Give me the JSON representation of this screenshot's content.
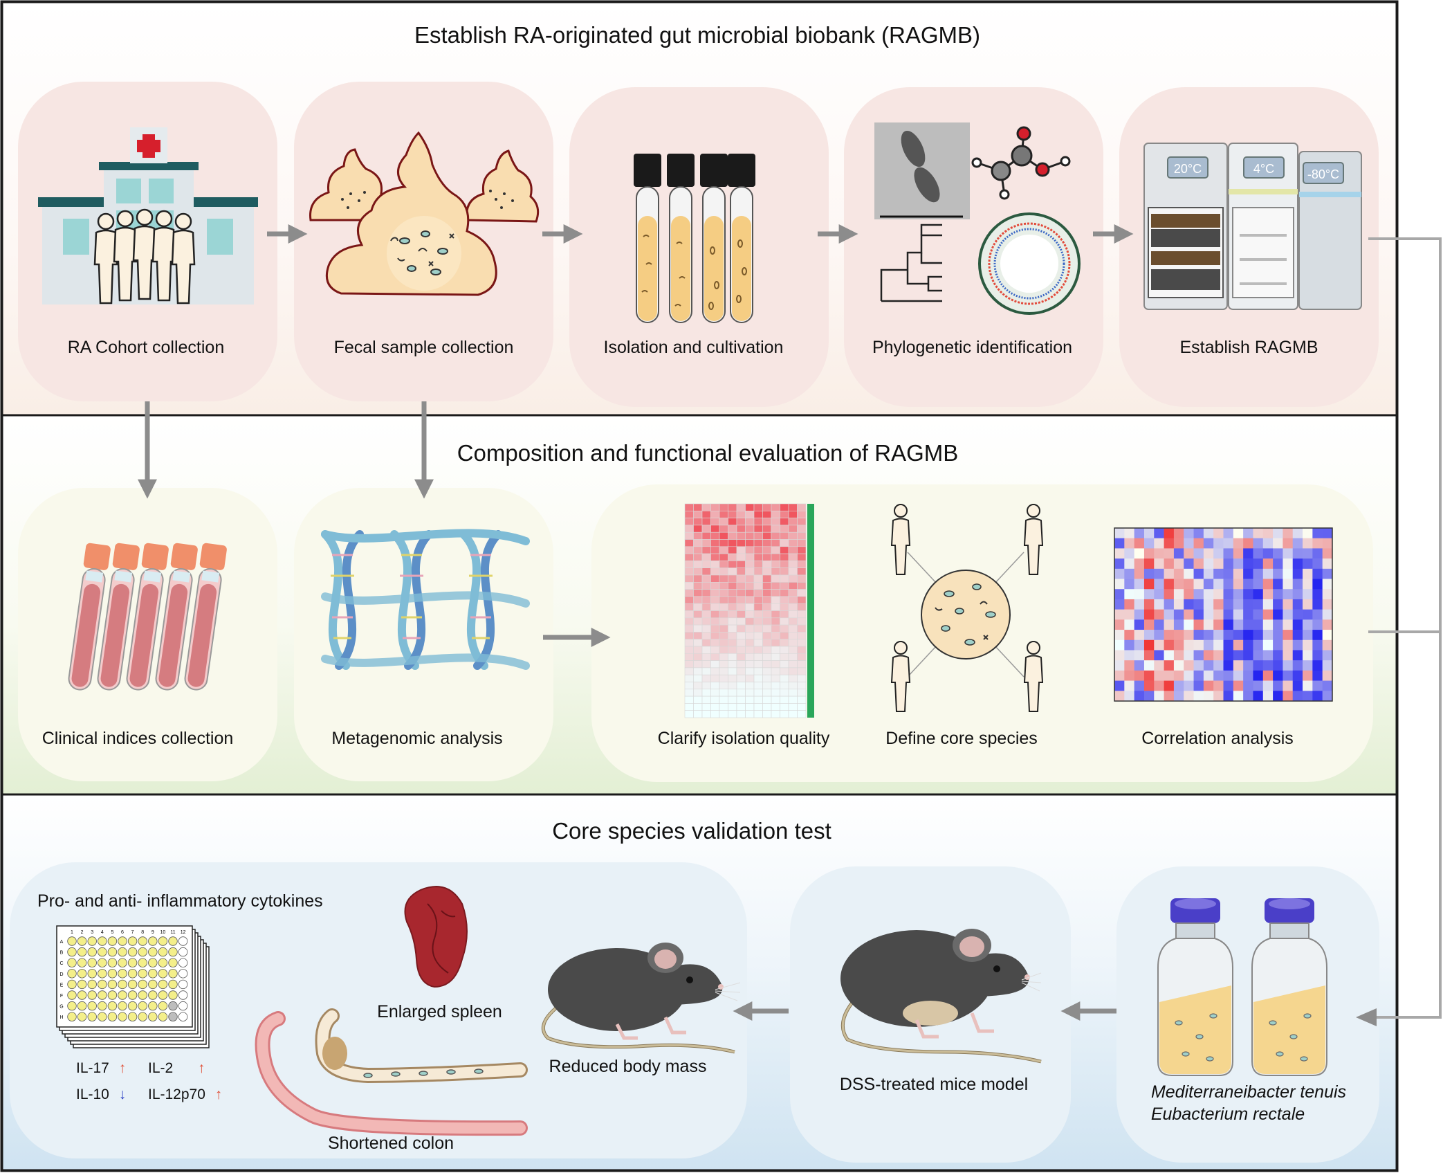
{
  "sections": {
    "s1_title": "Establish RA-originated gut microbial biobank (RAGMB)",
    "s2_title": "Composition and functional evaluation of RAGMB",
    "s3_title": "Core species validation test"
  },
  "steps1": {
    "cohort": "RA Cohort collection",
    "fecal": "Fecal sample collection",
    "isolation": "Isolation and cultivation",
    "phylo": "Phylogenetic identification",
    "establish": "Establish RAGMB"
  },
  "freezer": {
    "t1": "20°C",
    "t2": "4°C",
    "t3": "-80°C"
  },
  "steps2": {
    "clinical": "Clinical indices collection",
    "metagenomic": "Metagenomic analysis",
    "quality": "Clarify isolation quality",
    "core": "Define core species",
    "correlation": "Correlation analysis"
  },
  "steps3": {
    "cytokines_title": "Pro- and anti- inflammatory cytokines",
    "spleen": "Enlarged spleen",
    "colon": "Shortened colon",
    "body_mass": "Reduced body mass",
    "dss": "DSS-treated mice model",
    "species1": "Mediterraneibacter tenuis",
    "species2": "Eubacterium rectale"
  },
  "plate": {
    "cols": [
      "1",
      "2",
      "3",
      "4",
      "5",
      "6",
      "7",
      "8",
      "9",
      "10",
      "11",
      "12"
    ],
    "rows": [
      "A",
      "B",
      "C",
      "D",
      "E",
      "F",
      "G",
      "H"
    ]
  },
  "cytokines": [
    {
      "name": "IL-17",
      "direction": "up"
    },
    {
      "name": "IL-2",
      "direction": "up"
    },
    {
      "name": "IL-10",
      "direction": "down"
    },
    {
      "name": "IL-12p70",
      "direction": "up"
    }
  ],
  "colors": {
    "up_arrow": "#e0523a",
    "down_arrow": "#2a3fc4",
    "flow_arrow": "#8c8c8c",
    "connector": "#a8a8a8"
  }
}
